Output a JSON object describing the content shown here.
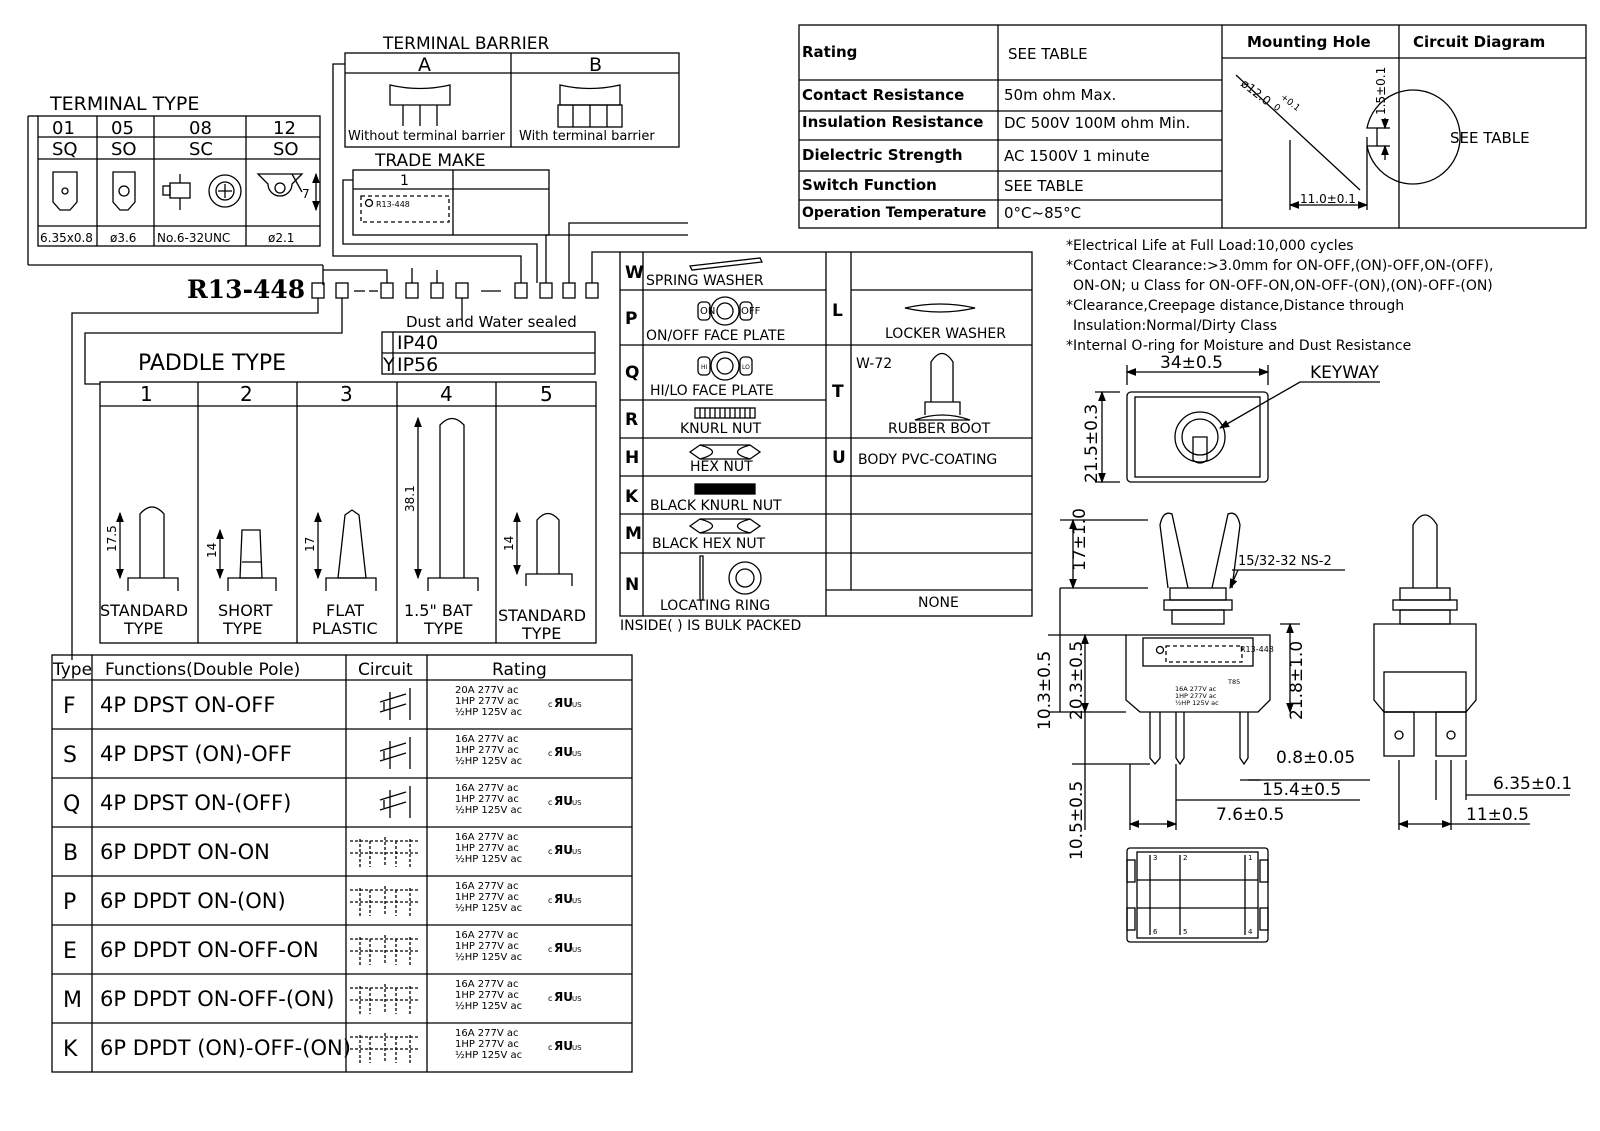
{
  "terminal_type": {
    "title": "TERMINAL TYPE",
    "codes": [
      "01",
      "05",
      "08",
      "12"
    ],
    "styles": [
      "SQ",
      "SO",
      "SC",
      "SO"
    ],
    "sizes": [
      "6.35x0.8",
      "ø3.6",
      "No.6-32UNC",
      "ø2.1"
    ],
    "dim_label": "7"
  },
  "terminal_barrier": {
    "title": "TERMINAL BARRIER",
    "codes": [
      "A",
      "B"
    ],
    "labels": [
      "Without terminal barrier",
      "With terminal barrier"
    ]
  },
  "trade_make": {
    "title": "TRADE MAKE",
    "code": "1",
    "mark": "R13-448"
  },
  "part_number": "R13-448",
  "sealing": {
    "title": "Dust and Water sealed",
    "rows": [
      {
        "code": "",
        "label": "IP40"
      },
      {
        "code": "Y",
        "label": "IP56"
      }
    ]
  },
  "paddle_type": {
    "title": "PADDLE TYPE",
    "codes": [
      "1",
      "2",
      "3",
      "4",
      "5"
    ],
    "heights": [
      "17.5",
      "14",
      "17",
      "38.1",
      "14"
    ],
    "names": [
      [
        "STANDARD",
        "TYPE"
      ],
      [
        "SHORT",
        "TYPE"
      ],
      [
        "FLAT",
        "PLASTIC"
      ],
      [
        "1.5\" BAT",
        "TYPE"
      ],
      [
        "STANDARD",
        "TYPE"
      ]
    ]
  },
  "accessories": {
    "left": [
      {
        "code": "W",
        "label": "SPRING WASHER"
      },
      {
        "code": "P",
        "label": "ON/OFF FACE PLATE"
      },
      {
        "code": "Q",
        "label": "HI/LO FACE PLATE"
      },
      {
        "code": "R",
        "label": "KNURL NUT"
      },
      {
        "code": "H",
        "label": "HEX NUT"
      },
      {
        "code": "K",
        "label": "BLACK KNURL NUT"
      },
      {
        "code": "M",
        "label": "BLACK HEX NUT"
      },
      {
        "code": "N",
        "label": "LOCATING RING"
      }
    ],
    "right": [
      {
        "code": "L",
        "label": "LOCKER WASHER"
      },
      {
        "code": "T",
        "label": "RUBBER BOOT",
        "sub": "W-72"
      },
      {
        "code": "U",
        "label": "BODY PVC-COATING"
      }
    ],
    "none_label": "NONE",
    "face_plate_marks": {
      "on": "ON",
      "off": "OFF",
      "hi": "HI",
      "lo": "LO"
    },
    "note": "INSIDE( ) IS BULK PACKED"
  },
  "spec_table": {
    "rows": [
      {
        "label": "Rating",
        "value": "SEE TABLE"
      },
      {
        "label": "Contact Resistance",
        "value": "50m ohm Max."
      },
      {
        "label": "Insulation Resistance",
        "value": "DC 500V 100M ohm Min."
      },
      {
        "label": "Dielectric Strength",
        "value": "AC 1500V 1 minute"
      },
      {
        "label": "Switch Function",
        "value": "SEE TABLE"
      },
      {
        "label": "Operation Temperature",
        "value": "0°C~85°C"
      }
    ],
    "mounting_hole": {
      "title": "Mounting Hole",
      "diameter": "ø12.0",
      "tol_plus": "+0.1",
      "tol_minus": "0",
      "keyway": "1.5±0.1",
      "width": "11.0±0.1"
    },
    "circuit_diagram": {
      "title": "Circuit Diagram",
      "value": "SEE TABLE"
    }
  },
  "notes": [
    "*Electrical Life at Full Load:10,000 cycles",
    "*Contact Clearance:>3.0mm for ON-OFF,(ON)-OFF,ON-(OFF),",
    "ON-ON; u Class for ON-OFF-ON,ON-OFF-(ON),(ON)-OFF-(ON)",
    "*Clearance,Creepage distance,Distance through",
    "Insulation:Normal/Dirty Class",
    "*Internal O-ring for Moisture and Dust Resistance"
  ],
  "drawing": {
    "top_width": "34±0.5",
    "top_height": "21.5±0.3",
    "keyway": "KEYWAY",
    "thread": "15/32-32 NS-2",
    "lever_height": "17±1.0",
    "body_total": "10.3±0.5",
    "body_height": "20.3±0.5",
    "body_height_right": "21.8±1.0",
    "terminal_length": "10.5±0.5",
    "terminal_thickness": "0.8±0.05",
    "terminal_pitch_a": "15.4±0.5",
    "terminal_pitch_b": "7.6±0.5",
    "terminal_width": "6.35±0.1",
    "side_pitch": "11±0.5",
    "body_mark": "R13-448",
    "body_rating": [
      "T85",
      "16A 277V ac",
      "1HP 277V ac",
      "½HP 125V ac"
    ],
    "bottom_numbers": [
      "3",
      "2",
      "1",
      "6",
      "5",
      "4"
    ]
  },
  "function_table": {
    "headers": [
      "Type",
      "Functions(Double Pole)",
      "Circuit",
      "Rating"
    ],
    "rows": [
      {
        "type": "F",
        "function": "4P DPST ON-OFF",
        "rating": [
          "20A 277V ac",
          "1HP 277V ac",
          "½HP 125V ac"
        ]
      },
      {
        "type": "S",
        "function": "4P DPST (ON)-OFF",
        "rating": [
          "16A 277V ac",
          "1HP 277V ac",
          "½HP 125V ac"
        ]
      },
      {
        "type": "Q",
        "function": "4P DPST ON-(OFF)",
        "rating": [
          "16A 277V ac",
          "1HP 277V ac",
          "½HP 125V ac"
        ]
      },
      {
        "type": "B",
        "function": "6P DPDT ON-ON",
        "rating": [
          "16A 277V ac",
          "1HP 277V ac",
          "½HP 125V ac"
        ]
      },
      {
        "type": "P",
        "function": "6P DPDT ON-(ON)",
        "rating": [
          "16A 277V ac",
          "1HP 277V ac",
          "½HP 125V ac"
        ]
      },
      {
        "type": "E",
        "function": "6P DPDT ON-OFF-ON",
        "rating": [
          "16A 277V ac",
          "1HP 277V ac",
          "½HP 125V ac"
        ]
      },
      {
        "type": "M",
        "function": "6P DPDT ON-OFF-(ON)",
        "rating": [
          "16A 277V ac",
          "1HP 277V ac",
          "½HP 125V ac"
        ]
      },
      {
        "type": "K",
        "function": "6P DPDT (ON)-OFF-(ON)",
        "rating": [
          "16A 277V ac",
          "1HP 277V ac",
          "½HP 125V ac"
        ]
      }
    ],
    "cert_mark": {
      "c": "c",
      "ru": "ЯU",
      "us": "US"
    }
  }
}
